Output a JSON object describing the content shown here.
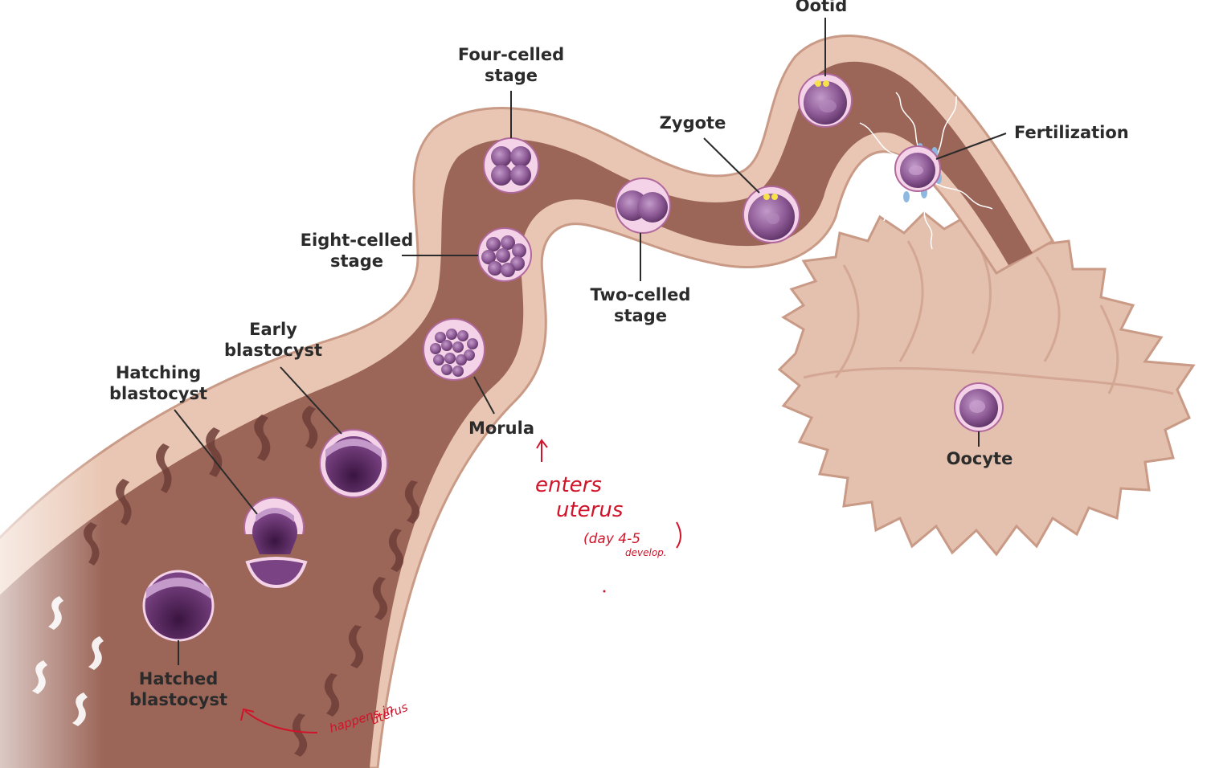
{
  "labels": {
    "ootid": "Ootid",
    "four_celled": [
      "Four-celled",
      "stage"
    ],
    "zygote": "Zygote",
    "fertilization": "Fertilization",
    "eight_celled": [
      "Eight-celled",
      "stage"
    ],
    "two_celled": [
      "Two-celled",
      "stage"
    ],
    "early_blastocyst": [
      "Early",
      "blastocyst"
    ],
    "hatching_blastocyst": [
      "Hatching",
      "blastocyst"
    ],
    "morula": "Morula",
    "oocyte": "Oocyte",
    "hatched_blastocyst": [
      "Hatched",
      "blastocyst"
    ]
  },
  "annotations": {
    "enters_uterus": [
      "enters",
      "uterus"
    ],
    "day_note": [
      "(day 4-5",
      "develop."
    ],
    "happens_in_uterus": [
      "happens in",
      "uterus"
    ]
  },
  "colors": {
    "tube_wall": "#e7c2ac",
    "tube_lumen": "#9b6558",
    "cell_membrane": "#f3cfe6",
    "cell_body": "#8d5c94",
    "ink": "#d0142a"
  }
}
